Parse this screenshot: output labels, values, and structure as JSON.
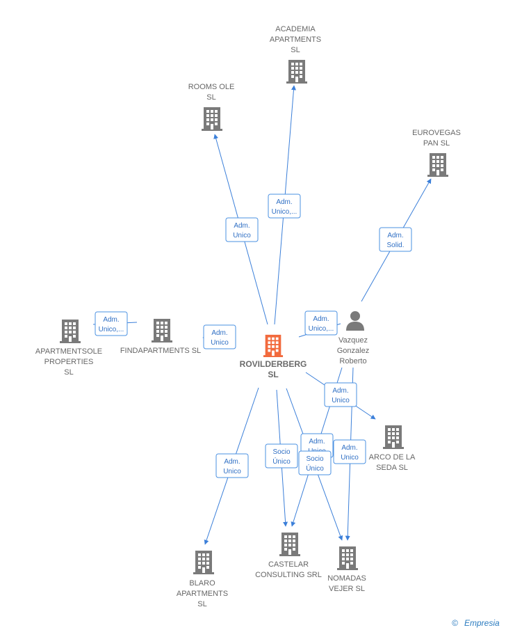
{
  "nodes": [
    {
      "id": "rovilderberg",
      "label": [
        "ROVILDERBERG",
        "SL"
      ],
      "kind": "company",
      "main": true
    },
    {
      "id": "academia",
      "label": [
        "ACADEMIA",
        "APARTMENTS",
        "SL"
      ],
      "kind": "company"
    },
    {
      "id": "roomsole",
      "label": [
        "ROOMS OLE",
        "SL"
      ],
      "kind": "company"
    },
    {
      "id": "eurovegas",
      "label": [
        "EUROVEGAS",
        "PAN SL"
      ],
      "kind": "company"
    },
    {
      "id": "apartmentsole",
      "label": [
        "APARTMENTSOLE",
        "PROPERTIES",
        "SL"
      ],
      "kind": "company"
    },
    {
      "id": "findapartments",
      "label": [
        "FINDAPARTMENTS SL"
      ],
      "kind": "company"
    },
    {
      "id": "vazquez",
      "label": [
        "Vazquez",
        "Gonzalez",
        "Roberto"
      ],
      "kind": "person"
    },
    {
      "id": "arcodelaseda",
      "label": [
        "ARCO DE LA",
        "SEDA  SL"
      ],
      "kind": "company"
    },
    {
      "id": "blaro",
      "label": [
        "BLARO",
        "APARTMENTS",
        "SL"
      ],
      "kind": "company"
    },
    {
      "id": "castelar",
      "label": [
        "CASTELAR",
        "CONSULTING SRL"
      ],
      "kind": "company"
    },
    {
      "id": "nomadas",
      "label": [
        "NOMADAS",
        "VEJER  SL"
      ],
      "kind": "company"
    }
  ],
  "edges": [
    {
      "from": "rovilderberg",
      "to": "roomsole",
      "label": [
        "Adm.",
        "Unico"
      ]
    },
    {
      "from": "rovilderberg",
      "to": "academia",
      "label": [
        "Adm.",
        "Unico,..."
      ]
    },
    {
      "from": "vazquez",
      "to": "eurovegas",
      "label": [
        "Adm.",
        "Solid."
      ]
    },
    {
      "from": "findapartments",
      "to": "apartmentsole",
      "label": [
        "Adm.",
        "Unico,..."
      ]
    },
    {
      "from": "rovilderberg",
      "to": "findapartments",
      "label": [
        "Adm.",
        "Unico"
      ]
    },
    {
      "from": "vazquez",
      "to": "rovilderberg",
      "label": [
        "Adm.",
        "Unico,..."
      ]
    },
    {
      "from": "rovilderberg",
      "to": "arcodelaseda",
      "label": [
        "Adm.",
        "Unico"
      ]
    },
    {
      "from": "rovilderberg",
      "to": "blaro",
      "label": [
        "Adm.",
        "Unico"
      ]
    },
    {
      "from": "rovilderberg",
      "to": "castelar",
      "label": [
        "Socio",
        "Único"
      ]
    },
    {
      "from": "vazquez",
      "to": "castelar",
      "label": [
        "Adm.",
        "Unico"
      ]
    },
    {
      "from": "rovilderberg",
      "to": "nomadas",
      "label": [
        "Socio",
        "Único"
      ]
    },
    {
      "from": "vazquez",
      "to": "nomadas",
      "label": [
        "Adm.",
        "Unico"
      ]
    }
  ],
  "colors": {
    "main_node": "#f26a3d",
    "node": "#7a7a7a",
    "edge": "#3b7fd9"
  },
  "footer": {
    "copyright_symbol": "©",
    "brand": "Empresia"
  }
}
